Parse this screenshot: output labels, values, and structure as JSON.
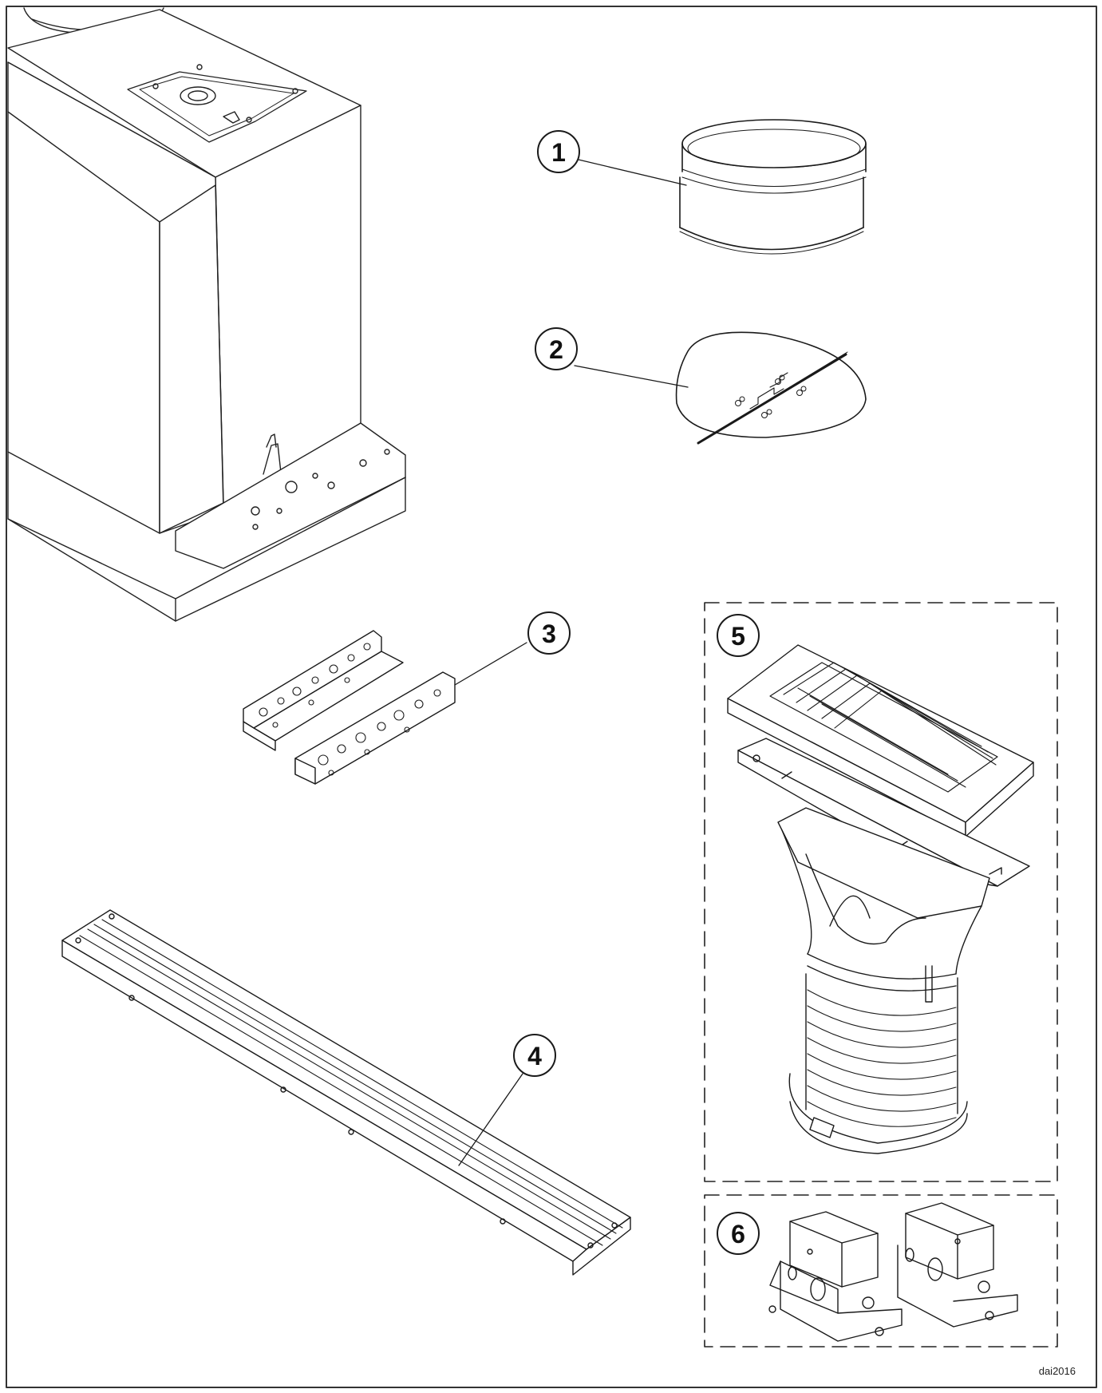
{
  "diagram": {
    "callouts": [
      {
        "id": "1",
        "label": "1",
        "part": "round-duct-connector"
      },
      {
        "id": "2",
        "label": "2",
        "part": "backdraft-damper-flap"
      },
      {
        "id": "3",
        "label": "3",
        "part": "angle-brackets"
      },
      {
        "id": "4",
        "label": "4",
        "part": "long-slotted-rail"
      },
      {
        "id": "5",
        "label": "5",
        "part": "recirculation-vent-kit"
      },
      {
        "id": "6",
        "label": "6",
        "part": "mounting-clamps"
      }
    ],
    "drawing_code": "dai2016"
  },
  "colors": {
    "line": "#1a1a1a",
    "frame": "#333333",
    "light_line": "#777777",
    "fill": "#ffffff"
  }
}
